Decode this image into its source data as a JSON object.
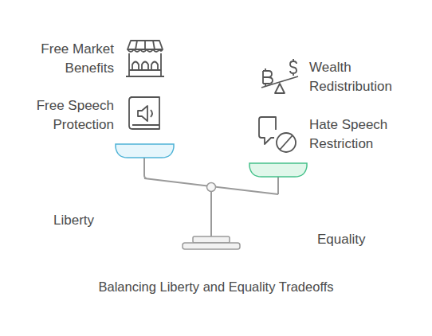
{
  "diagram": {
    "caption": "Balancing Liberty and Equality Tradeoffs",
    "labels": [
      "Free Market Benefits",
      "Free Speech Protection",
      "Wealth Redistribution",
      "Hate Speech Restriction",
      "Liberty",
      "Equality"
    ]
  }
}
